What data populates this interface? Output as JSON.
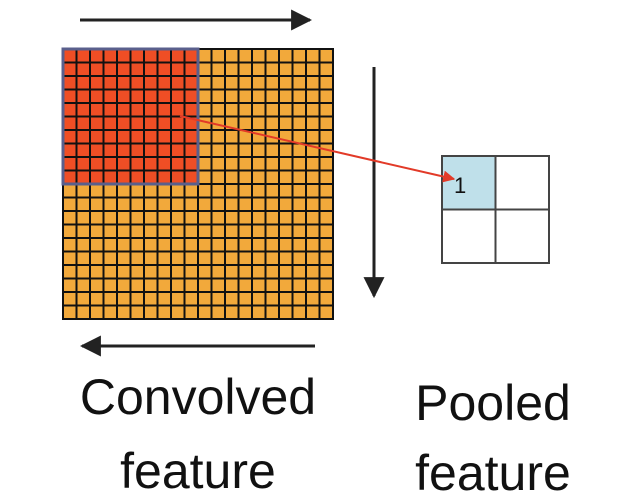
{
  "colors": {
    "grid_fill": "#f2a93b",
    "grid_line": "#111111",
    "window_fill": "#ef4e25",
    "window_border": "#5a5f8c",
    "pooled_highlight": "#bfe0ea",
    "pooled_border": "#444444",
    "connector": "#e23a28",
    "arrow": "#222222"
  },
  "convolved": {
    "grid_size": 20,
    "window_cells": 10,
    "label_line1": "Convolved",
    "label_line2": "feature"
  },
  "pooled": {
    "grid_size": 2,
    "cell_value": "1",
    "label_line1": "Pooled",
    "label_line2": "feature"
  },
  "arrows": {
    "top": "right",
    "right": "down",
    "bottom": "left"
  }
}
